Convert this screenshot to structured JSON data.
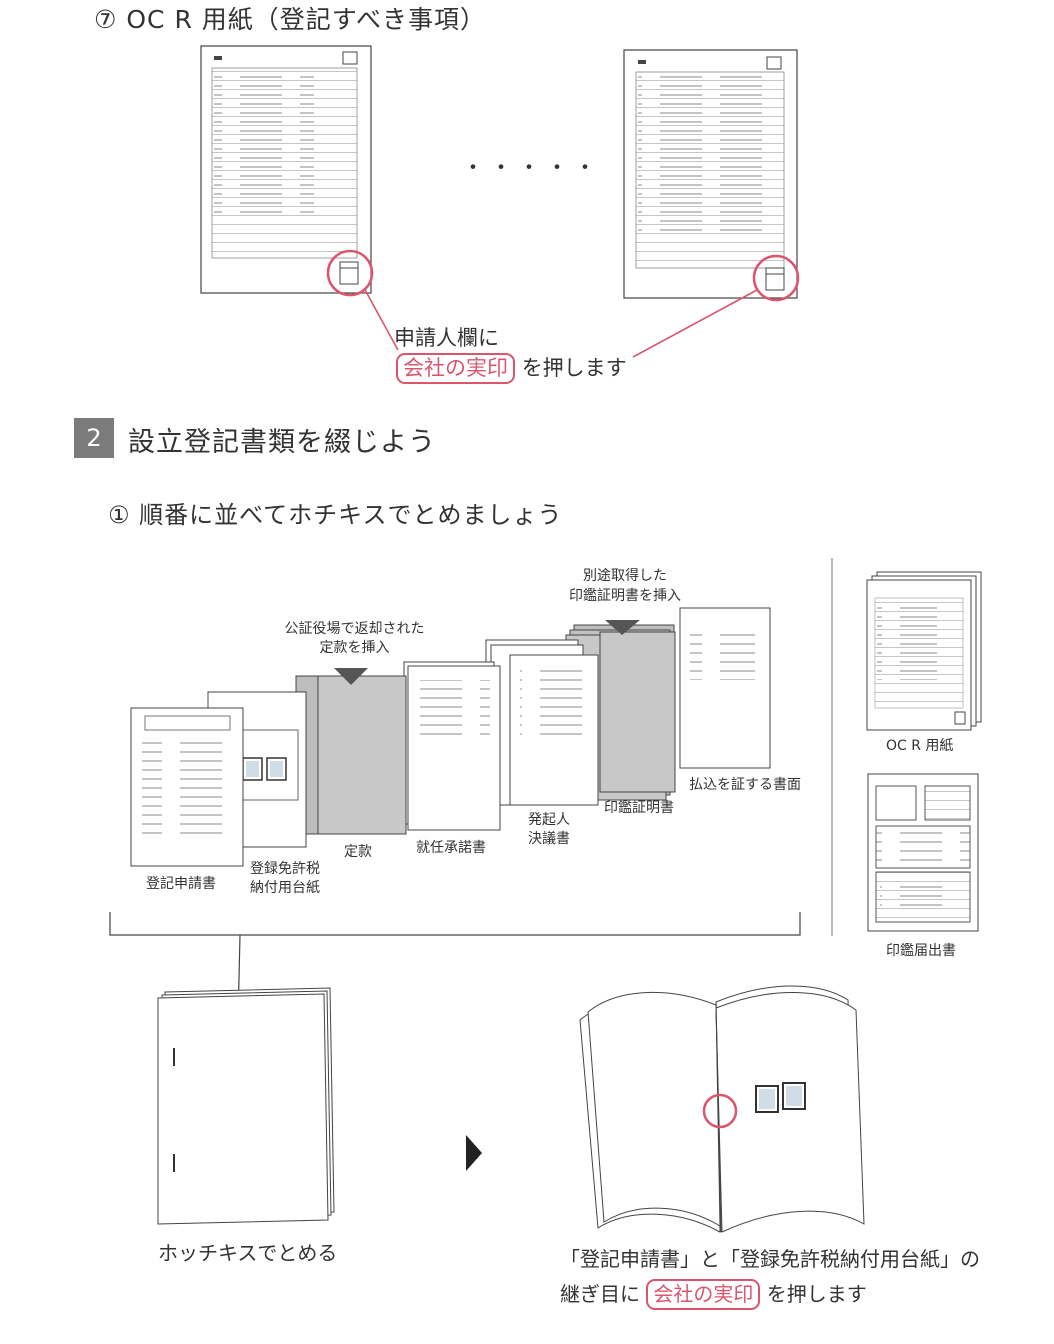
{
  "ocr_section": {
    "heading": "⑦ OC R 用紙（登記すべき事項）",
    "ellipsis": "・・・・・",
    "caption_line1": "申請人欄に",
    "stamp_highlight": "会社の実印",
    "caption_line2_suffix": "を押します"
  },
  "section2": {
    "number": "2",
    "title": "設立登記書類を綴じよう"
  },
  "step1": {
    "heading": "① 順番に並べてホチキスでとめましょう"
  },
  "documents": {
    "toki_shinseisho": "登記申請書",
    "menkyo_line1": "登録免許税",
    "menkyo_line2": "納付用台紙",
    "teikan": "定款",
    "shunin": "就任承諾書",
    "hokinin_line1": "発起人",
    "hokinin_line2": "決議書",
    "inkan_shomei": "印鑑証明書",
    "haraikomi": "払込を証する書面",
    "note_teikan_line1": "公証役場で返却された",
    "note_teikan_line2": "定款を挿入",
    "note_inkan_line1": "別途取得した",
    "note_inkan_line2": "印鑑証明書を挿入"
  },
  "side_documents": {
    "ocr": "OC R 用紙",
    "inkan_todoke": "印鑑届出書"
  },
  "bottom": {
    "staple_caption": "ホッチキスでとめる",
    "seam_line1": "「登記申請書」と「登録免許税納付用台紙」の",
    "seam_line2_prefix": "継ぎ目に",
    "stamp_highlight": "会社の実印",
    "seam_line2_suffix": "を押します"
  },
  "colors": {
    "accent": "#d9566e",
    "section_badge": "#7b7b7b",
    "gray_doc": "#c8c8c8"
  }
}
